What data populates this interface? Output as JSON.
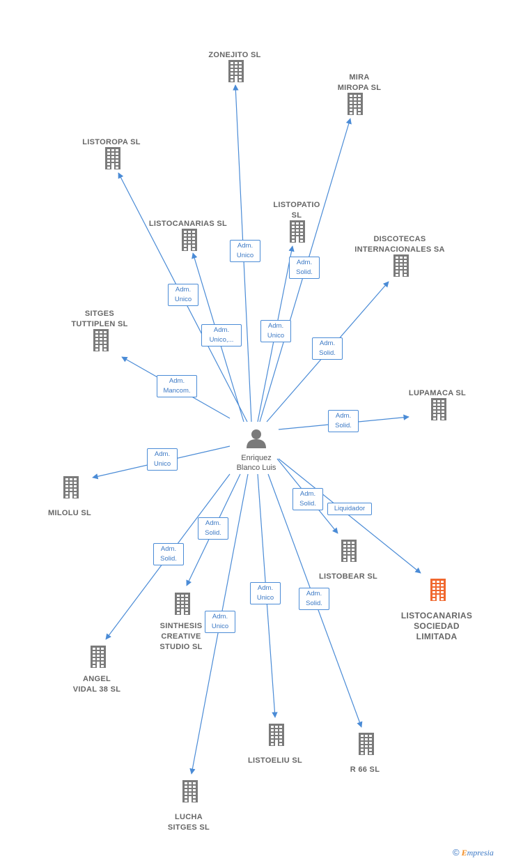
{
  "colors": {
    "edge": "#4a8bd6",
    "building": "#7a7a7a",
    "focus_building": "#f0682f",
    "person": "#7a7a7a"
  },
  "person": {
    "label": "Enriquez\nBlanco Luis"
  },
  "companies": [
    {
      "id": "zonejito",
      "label": "ZONEJITO  SL",
      "focus": false
    },
    {
      "id": "mira",
      "label": "MIRA\nMIROPA SL",
      "focus": false
    },
    {
      "id": "listoropa",
      "label": "LISTOROPA  SL",
      "focus": false
    },
    {
      "id": "listopatio",
      "label": "LISTOPATIO\nSL",
      "focus": false
    },
    {
      "id": "listocanarias-sl",
      "label": "LISTOCANARIAS SL",
      "focus": false
    },
    {
      "id": "discotecas",
      "label": "DISCOTECAS\nINTERNACIONALES SA",
      "focus": false
    },
    {
      "id": "sitges",
      "label": "SITGES\nTUTTIPLEN SL",
      "focus": false
    },
    {
      "id": "lupamaca",
      "label": "LUPAMACA  SL",
      "focus": false
    },
    {
      "id": "milolu",
      "label": "MILOLU  SL",
      "focus": false
    },
    {
      "id": "listobear",
      "label": "LISTOBEAR  SL",
      "focus": false
    },
    {
      "id": "listocanarias-sociedad",
      "label": "LISTOCANARIAS\nSOCIEDAD\nLIMITADA",
      "focus": true
    },
    {
      "id": "sinthesis",
      "label": "SINTHESIS\nCREATIVE\nSTUDIO SL",
      "focus": false
    },
    {
      "id": "angel",
      "label": "ANGEL\nVIDAL 38 SL",
      "focus": false
    },
    {
      "id": "listoeliu",
      "label": "LISTOELIU  SL",
      "focus": false
    },
    {
      "id": "r66",
      "label": "R 66  SL",
      "focus": false
    },
    {
      "id": "lucha",
      "label": "LUCHA\nSITGES  SL",
      "focus": false
    }
  ],
  "edges": [
    {
      "to": "zonejito",
      "label": "Adm.\nUnico"
    },
    {
      "to": "mira",
      "label": "Adm.\nUnico"
    },
    {
      "to": "listoropa",
      "label": "Adm.\nUnico"
    },
    {
      "to": "listopatio",
      "label": "Adm.\nSolid."
    },
    {
      "to": "listocanarias-sl",
      "label": "Adm.\nUnico,..."
    },
    {
      "to": "discotecas",
      "label": "Adm.\nSolid."
    },
    {
      "to": "sitges",
      "label": "Adm.\nMancom."
    },
    {
      "to": "lupamaca",
      "label": "Adm.\nSolid."
    },
    {
      "to": "milolu",
      "label": "Adm.\nUnico"
    },
    {
      "to": "listobear",
      "label": "Adm.\nSolid."
    },
    {
      "to": "listocanarias-sociedad",
      "label": "Liquidador"
    },
    {
      "to": "sinthesis",
      "label": "Adm.\nSolid."
    },
    {
      "to": "angel",
      "label": "Adm.\nSolid."
    },
    {
      "to": "listoeliu",
      "label": "Adm.\nUnico"
    },
    {
      "to": "r66",
      "label": "Adm.\nSolid."
    },
    {
      "to": "lucha",
      "label": "Adm.\nUnico"
    }
  ],
  "brand": {
    "copyright": "©",
    "name_initial": "E",
    "name_rest": "mpresia"
  }
}
